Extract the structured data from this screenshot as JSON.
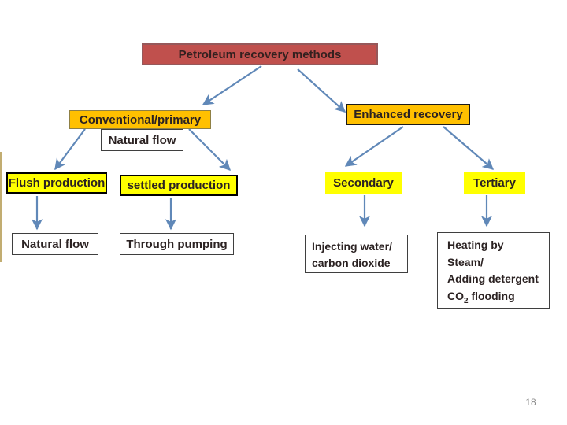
{
  "page": {
    "number": "18"
  },
  "diagram": {
    "root": {
      "label": "Petroleum recovery methods"
    },
    "conventional": {
      "label": "Conventional/primary"
    },
    "enhanced": {
      "label": "Enhanced recovery"
    },
    "natural_flow_top": {
      "label": "Natural flow"
    },
    "flush": {
      "label": "Flush production"
    },
    "settled": {
      "label": "settled production"
    },
    "secondary": {
      "label": "Secondary"
    },
    "tertiary": {
      "label": "Tertiary"
    },
    "natural_flow_bottom": {
      "label": "Natural flow"
    },
    "through_pumping": {
      "label": "Through pumping"
    },
    "injecting": {
      "line1": "Injecting water/",
      "line2": "carbon dioxide"
    },
    "heating": {
      "line1": "Heating by",
      "line2": "Steam/",
      "line3": "Adding detergent",
      "line4_prefix": "CO",
      "line4_sub": "2",
      "line4_suffix": " flooding"
    }
  },
  "colors": {
    "root_fill": "#C0504D",
    "root_border": "#96585A",
    "amber_fill": "#FFC000",
    "yellow_fill": "#FFFF00",
    "white_box_border": "#3F3F3F",
    "connector": "#6088B8",
    "left_accent": "#C2AD71",
    "page_number": "#8A8A8A"
  }
}
